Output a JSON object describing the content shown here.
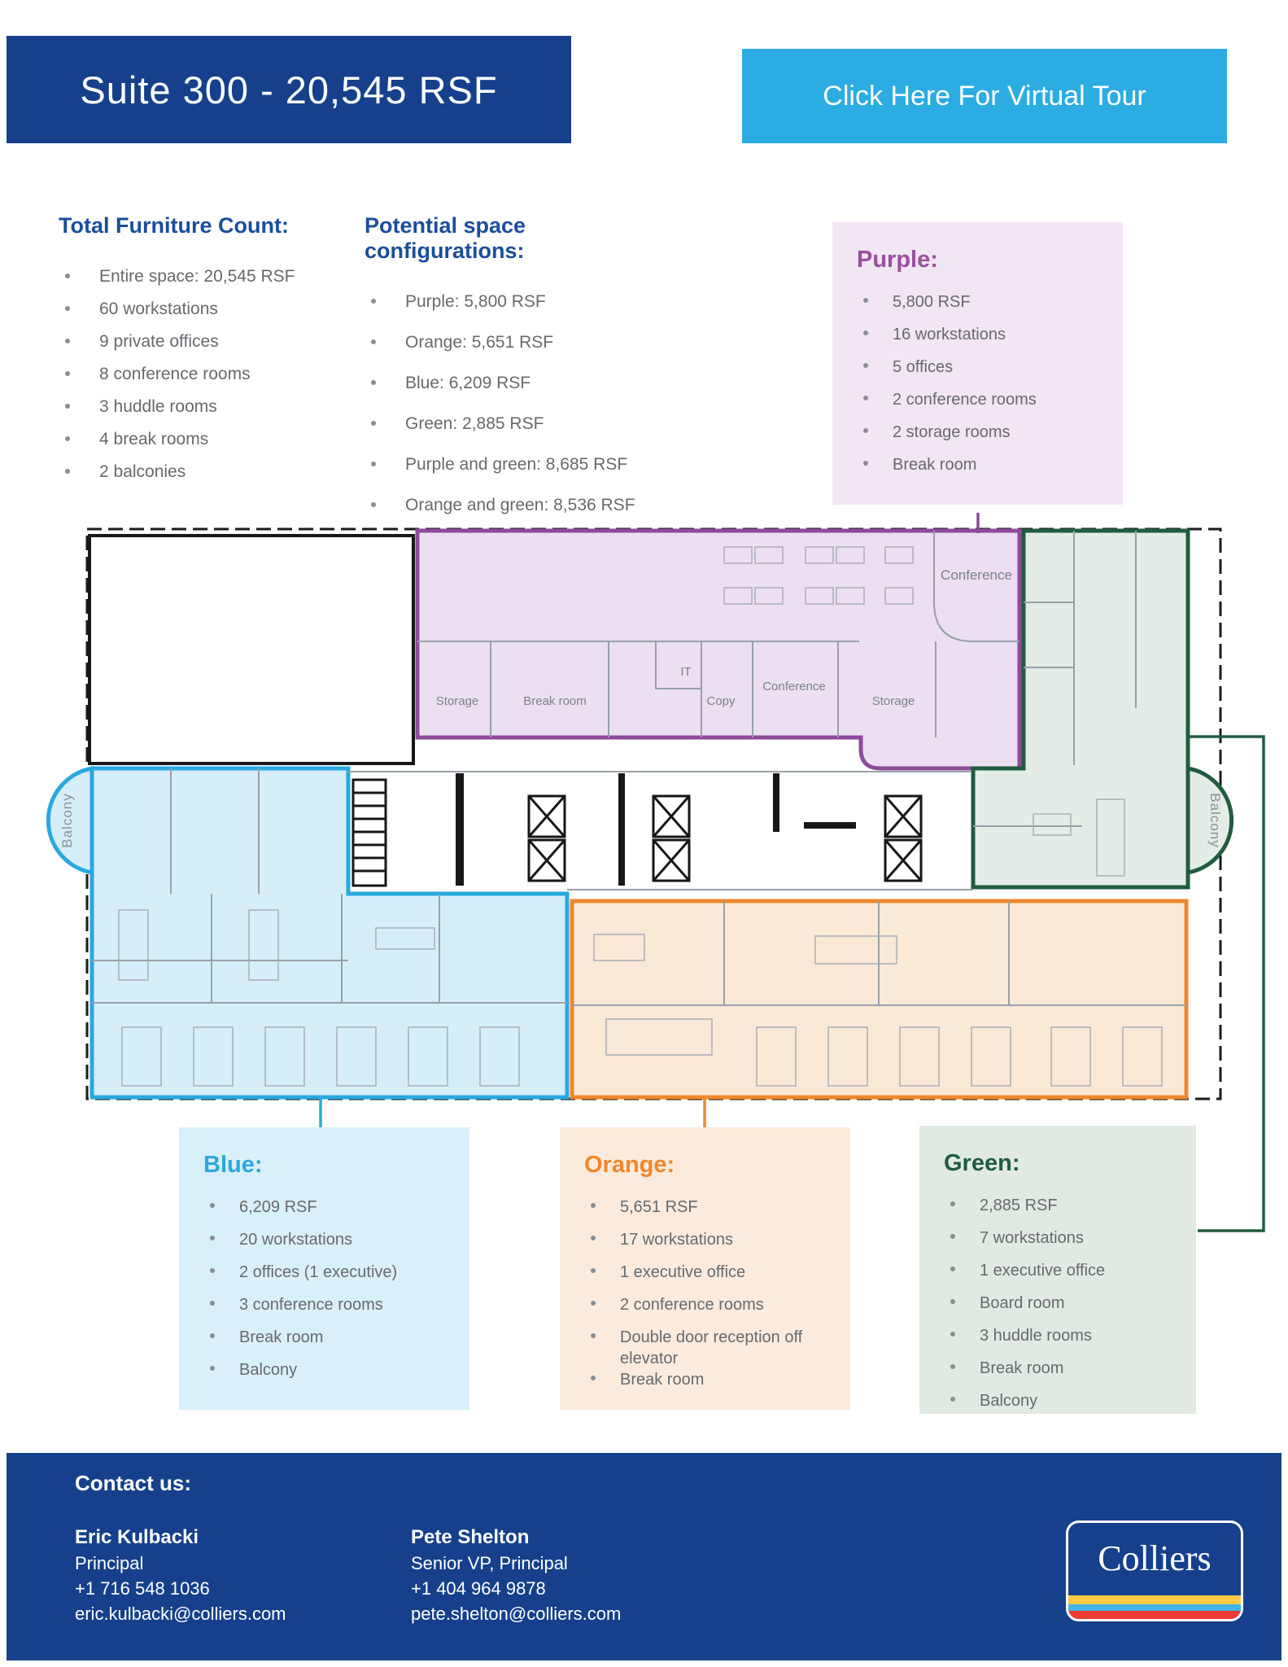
{
  "header": {
    "title": "Suite 300 - 20,545 RSF",
    "cta_label": "Click Here For Virtual Tour"
  },
  "furniture": {
    "heading": "Total Furniture Count:",
    "items": [
      "Entire space: 20,545 RSF",
      "60 workstations",
      "9 private offices",
      "8 conference rooms",
      "3 huddle rooms",
      "4 break rooms",
      "2 balconies"
    ]
  },
  "configurations": {
    "heading": "Potential space configurations:",
    "items": [
      "Purple: 5,800 RSF",
      "Orange: 5,651 RSF",
      "Blue: 6,209 RSF",
      "Green: 2,885 RSF",
      "Purple and green: 8,685 RSF",
      "Orange and green: 8,536 RSF"
    ]
  },
  "zones": {
    "purple": {
      "heading": "Purple:",
      "items": [
        "5,800 RSF",
        "16 workstations",
        "5 offices",
        "2 conference rooms",
        "2 storage rooms",
        "Break room"
      ]
    },
    "blue": {
      "heading": "Blue:",
      "items": [
        "6,209 RSF",
        "20 workstations",
        "2 offices (1 executive)",
        "3 conference rooms",
        "Break room",
        "Balcony"
      ]
    },
    "orange": {
      "heading": "Orange:",
      "items": [
        "5,651 RSF",
        "17 workstations",
        "1 executive office",
        "2 conference rooms",
        "Double door reception off elevator",
        "Break room"
      ]
    },
    "green": {
      "heading": "Green:",
      "items": [
        "2,885 RSF",
        "7 workstations",
        "1 executive office",
        "Board room",
        "3 huddle rooms",
        "Break room",
        "Balcony"
      ]
    }
  },
  "floorplan": {
    "labels": {
      "storage_a": "Storage",
      "break_room": "Break room",
      "it": "IT",
      "copy": "Copy",
      "conference_a": "Conference",
      "storage_b": "Storage",
      "conference_b": "Conference",
      "balcony_left": "Balcony",
      "balcony_right": "Balcony"
    }
  },
  "contact": {
    "heading": "Contact us:",
    "people": [
      {
        "name": "Eric Kulbacki",
        "title": "Principal",
        "phone": "+1 716 548 1036",
        "email": "eric.kulbacki@colliers.com"
      },
      {
        "name": "Pete Shelton",
        "title": "Senior VP, Principal",
        "phone": "+1 404 964 9878",
        "email": "pete.shelton@colliers.com"
      }
    ],
    "logo_text": "Colliers"
  },
  "colors": {
    "brand_navy": "#16408C",
    "cta_blue": "#2BACE2",
    "heading_blue": "#1B4E9B",
    "purple": "#8D4B9B",
    "blue": "#29A8E0",
    "orange": "#F0872C",
    "green": "#215C40",
    "logo_stripe_yellow": "#FFC845",
    "logo_stripe_blue": "#41B6E6",
    "logo_stripe_red": "#EE3B33"
  }
}
